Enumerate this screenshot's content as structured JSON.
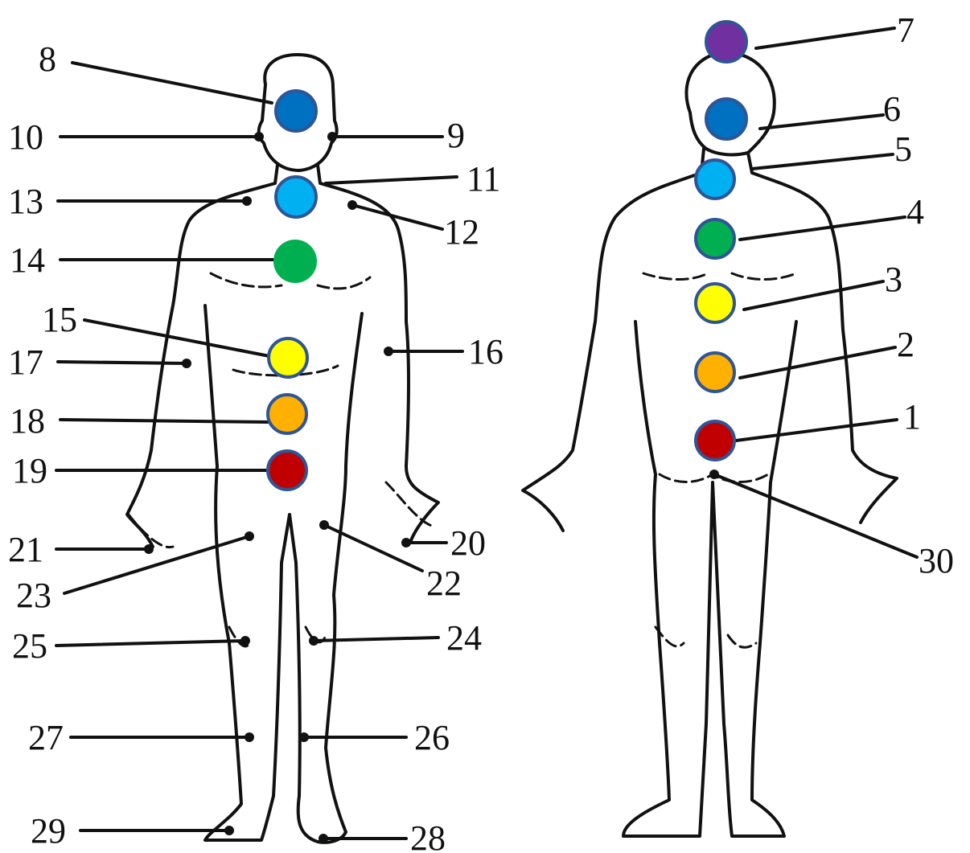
{
  "chakra_colors": {
    "root": "#c00000",
    "sacral": "#ffb000",
    "solar_plexus": "#ffff00",
    "heart": "#00b050",
    "throat": "#00b0f0",
    "third_eye": "#0070c0",
    "crown": "#7030a0",
    "ring": "#2f5597"
  },
  "front_labels": [
    "8",
    "9",
    "10",
    "11",
    "12",
    "13",
    "14",
    "15",
    "16",
    "17",
    "18",
    "19",
    "20",
    "21",
    "22",
    "23",
    "24",
    "25",
    "26",
    "27",
    "28",
    "29"
  ],
  "back_labels": [
    "1",
    "2",
    "3",
    "4",
    "5",
    "6",
    "7",
    "30"
  ],
  "labels": {
    "n1": "1",
    "n2": "2",
    "n3": "3",
    "n4": "4",
    "n5": "5",
    "n6": "6",
    "n7": "7",
    "n8": "8",
    "n9": "9",
    "n10": "10",
    "n11": "11",
    "n12": "12",
    "n13": "13",
    "n14": "14",
    "n15": "15",
    "n16": "16",
    "n17": "17",
    "n18": "18",
    "n19": "19",
    "n20": "20",
    "n21": "21",
    "n22": "22",
    "n23": "23",
    "n24": "24",
    "n25": "25",
    "n26": "26",
    "n27": "27",
    "n28": "28",
    "n29": "29",
    "n30": "30"
  }
}
